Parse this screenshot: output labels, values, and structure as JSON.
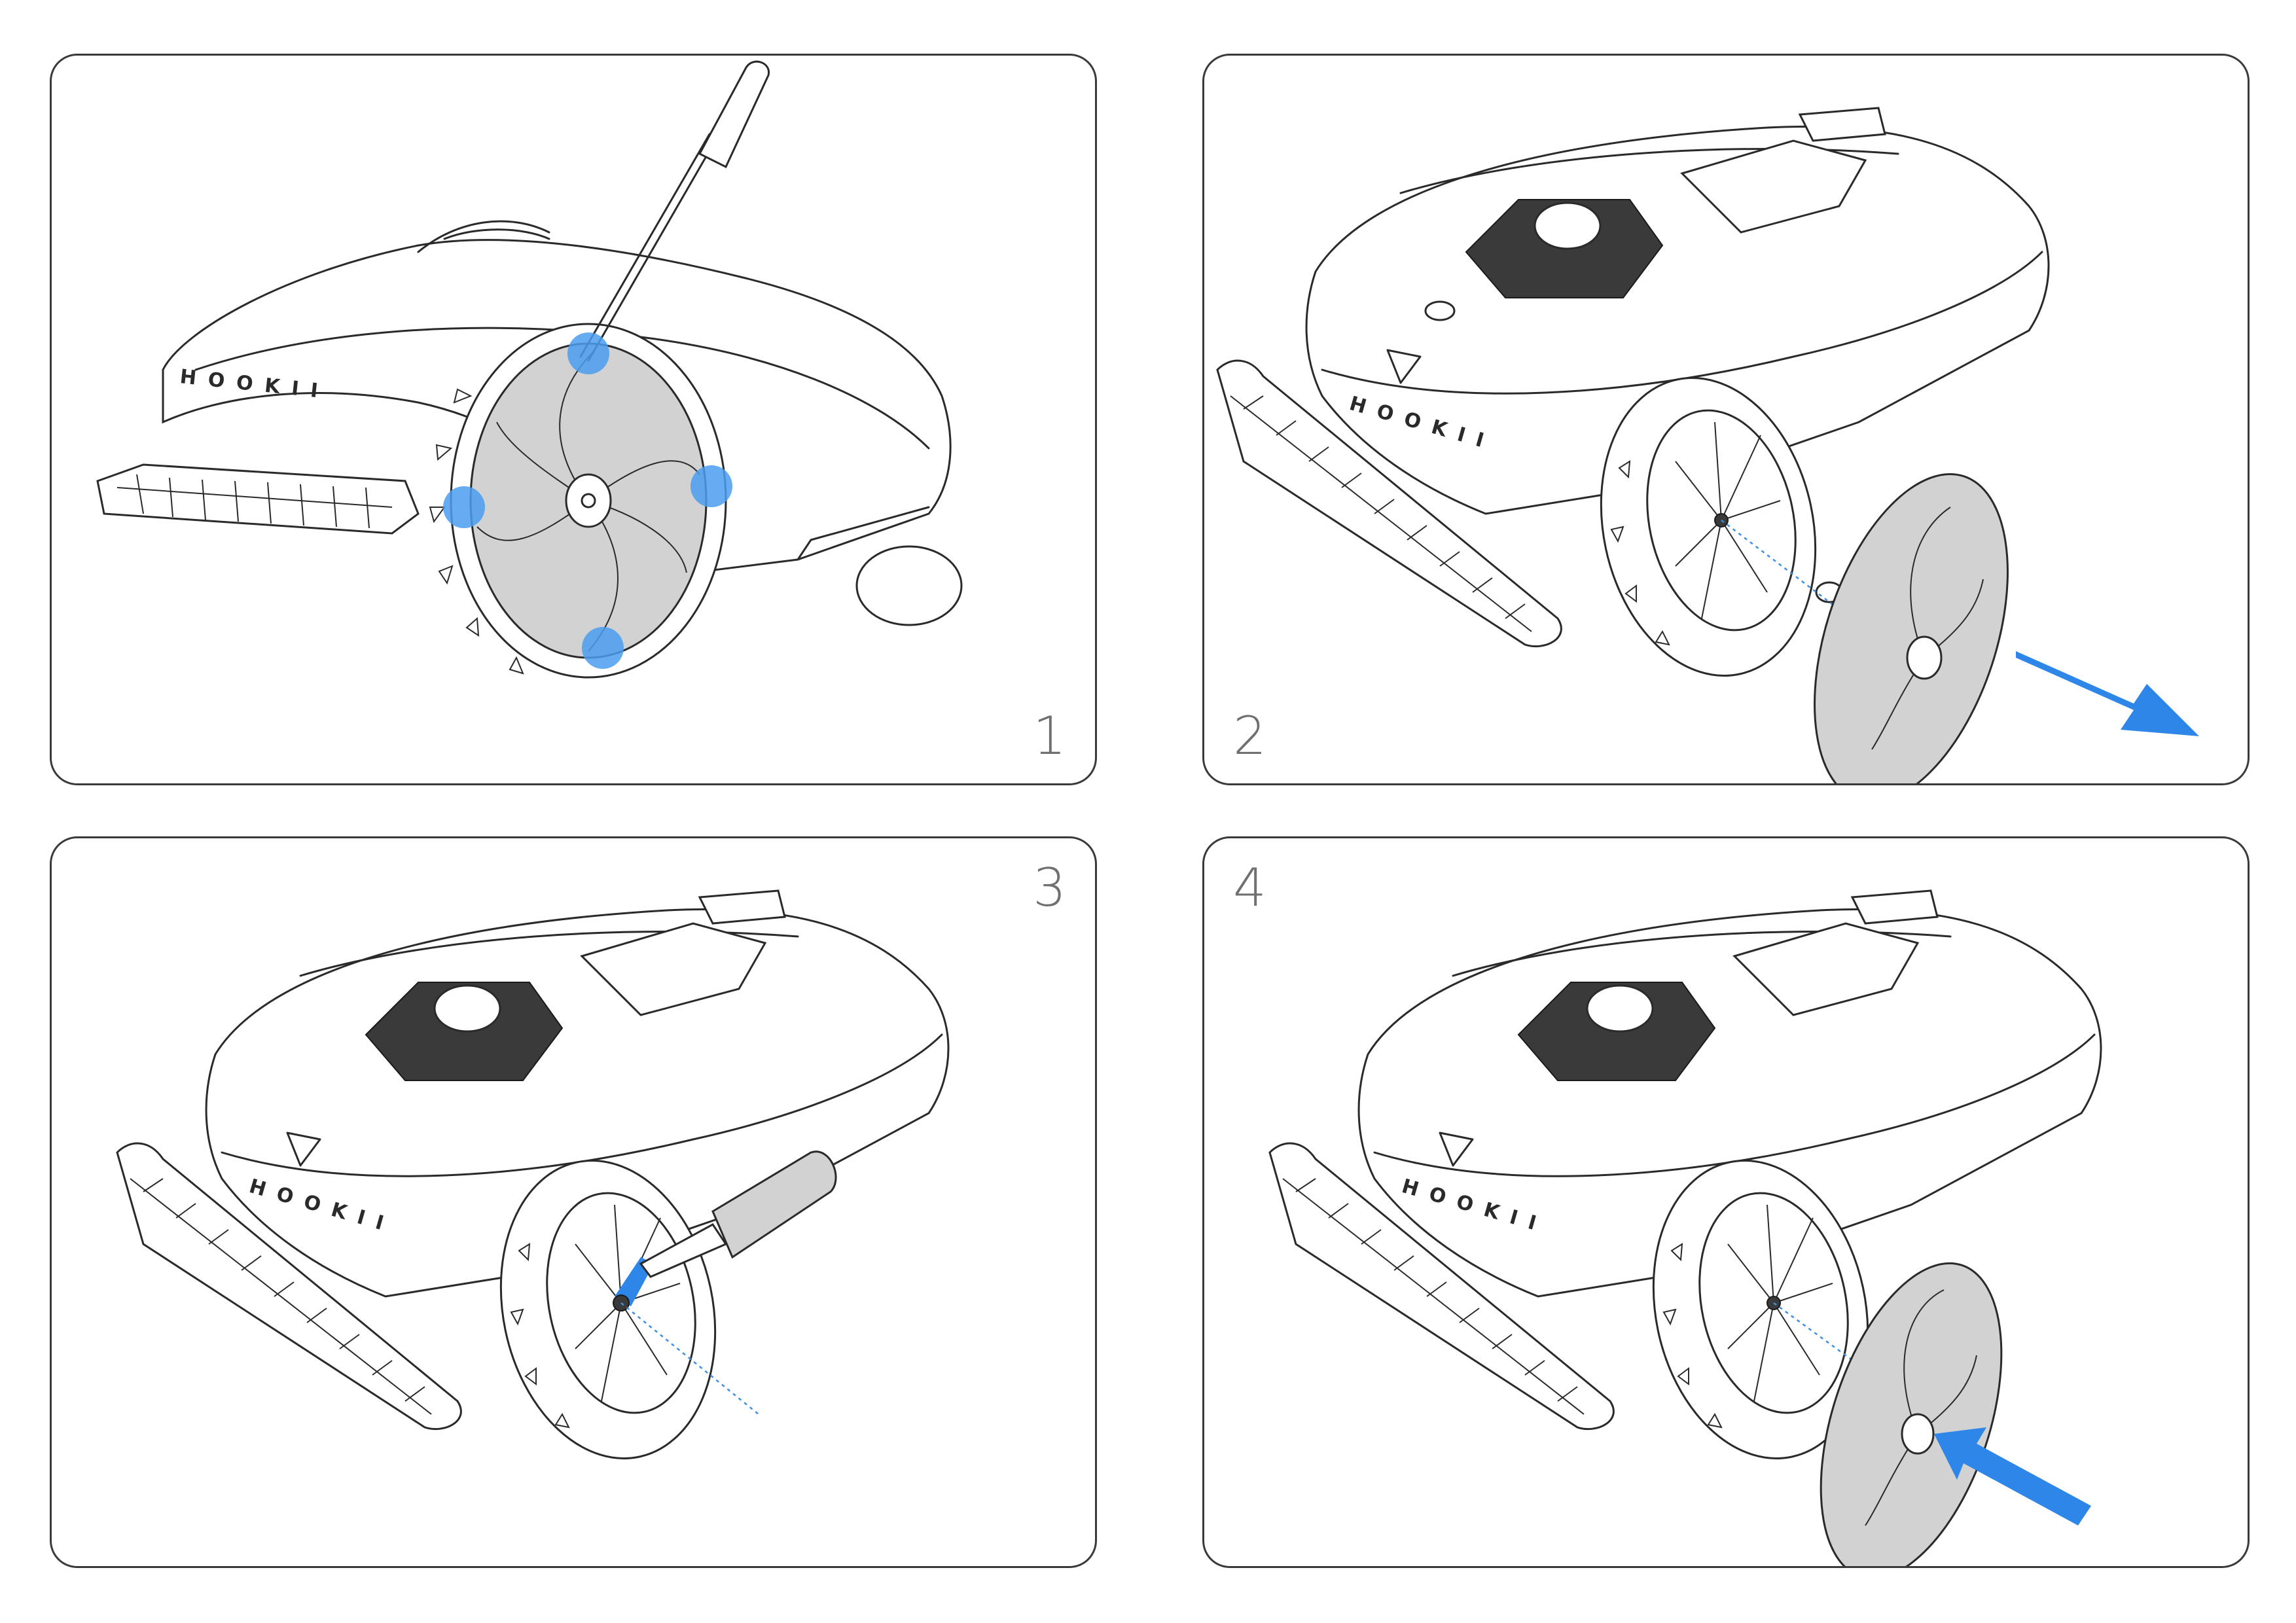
{
  "brand_text": "HOOKII",
  "colors": {
    "accent_blue": "#2e86e8",
    "panel_border": "#3a3a3a",
    "step_number": "#707070",
    "wheel_cover": "#d2d2d2"
  },
  "steps": [
    {
      "number": "1"
    },
    {
      "number": "2"
    },
    {
      "number": "3"
    },
    {
      "number": "4"
    }
  ]
}
